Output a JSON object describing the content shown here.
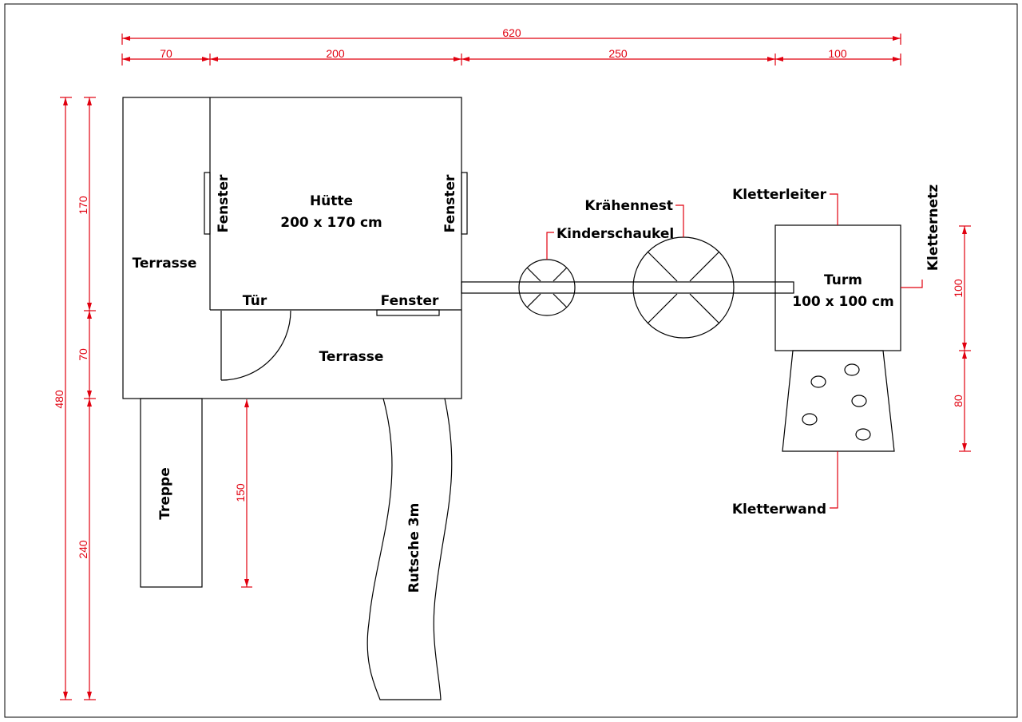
{
  "colors": {
    "dimension": "#e1000f",
    "outline": "#000000",
    "background": "#ffffff"
  },
  "labels": {
    "huette_title": "Hütte",
    "huette_size": "200 x 170 cm",
    "fenster": "Fenster",
    "terrasse": "Terrasse",
    "tuer": "Tür",
    "treppe": "Treppe",
    "rutsche": "Rutsche 3m",
    "kinderschaukel": "Kinderschaukel",
    "kraehennest": "Krähennest",
    "kletterleiter": "Kletterleiter",
    "kletternetz": "Kletternetz",
    "turm_title": "Turm",
    "turm_size": "100 x 100 cm",
    "kletterwand": "Kletterwand"
  },
  "dimensions": {
    "total_width": "620",
    "w_terrasse": "70",
    "w_huette": "200",
    "w_gap": "250",
    "w_turm": "100",
    "total_height": "480",
    "h_huette": "170",
    "h_terrasse": "70",
    "h_treppe": "240",
    "h_tuer_drop": "150",
    "h_turm": "100",
    "h_kletterwand": "80"
  }
}
